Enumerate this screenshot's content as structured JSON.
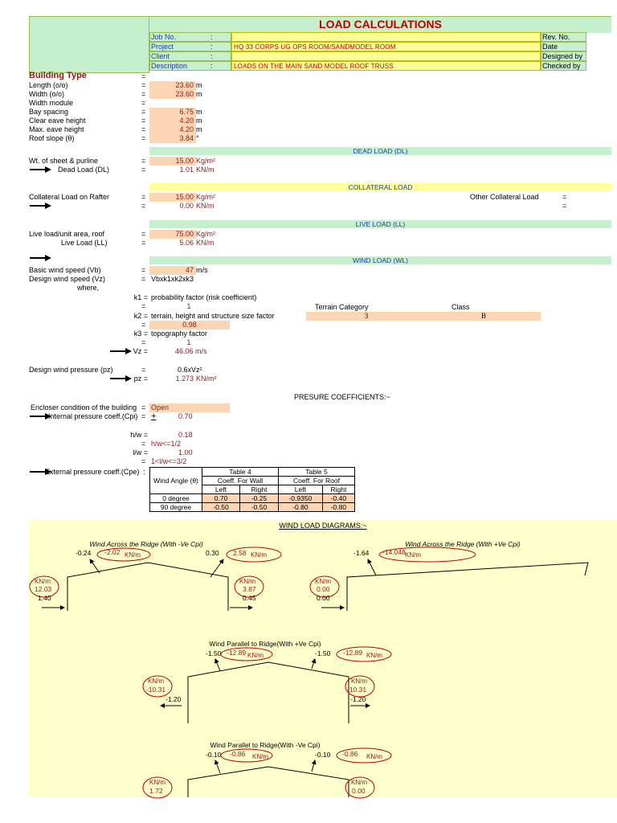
{
  "header": {
    "title": "LOAD CALCULATIONS",
    "rows": [
      {
        "label": "Job No.",
        "sep": ":",
        "value": "",
        "right": "Rev. No."
      },
      {
        "label": "Project",
        "sep": ":",
        "value": "HQ 33 CORPS UG OPS ROOM/SANDMODEL ROOM",
        "right": "Date"
      },
      {
        "label": "Client",
        "sep": ":",
        "value": "",
        "right": "Designed by"
      },
      {
        "label": "Description",
        "sep": ":",
        "value": "LOADS ON THE MAIN SAND MODEL ROOF TRUSS",
        "right": "Checked by"
      }
    ]
  },
  "building": {
    "heading": "Building Type",
    "eq": "=",
    "rows": [
      {
        "label": "Length (o/o)",
        "value": "23.60",
        "unit": "m"
      },
      {
        "label": "Width (o/o)",
        "value": "23.60",
        "unit": "m"
      },
      {
        "label": "Width module",
        "value": "",
        "unit": ""
      },
      {
        "label": "Bay spacing",
        "value": "6.75",
        "unit": "m"
      },
      {
        "label": "Clear eave height",
        "value": "4.20",
        "unit": "m"
      },
      {
        "label": "Max. eave height",
        "value": "4.20",
        "unit": "m"
      },
      {
        "label": "Roof slope (θ)",
        "value": "3.84",
        "unit": "°"
      }
    ]
  },
  "dead": {
    "title": "DEAD LOAD (DL)",
    "r1_label": "Wt. of sheet & purline",
    "r1_value": "15.00",
    "r1_unit": "Kg/m²",
    "r2_label": "Dead Load (DL)",
    "r2_value": "1.01",
    "r2_unit": "KN/m"
  },
  "collateral": {
    "title": "COLLATERAL LOAD",
    "r1_label": "Collateral Load on Rafter",
    "r1_value": "15.00",
    "r1_unit": "Kg/m²",
    "r2_value": "0.00",
    "r2_unit": "KN/m",
    "other_label": "Other Collateral Load"
  },
  "live": {
    "title": "LIVE LOAD (LL)",
    "r1_label": "Live load/unit area, roof",
    "r1_value": "75.00",
    "r1_unit": "Kg/m²",
    "r2_label": "Live Load (LL)",
    "r2_value": "5.06",
    "r2_unit": "KN/m"
  },
  "wind": {
    "title": "WIND LOAD (WL)",
    "vb_label": "Basic wind speed (Vb)",
    "vb_value": "47",
    "vb_unit": "m/s",
    "vz_label": "Design wind speed (Vz)",
    "vz_formula": "Vbxk1xk2xk3",
    "where": "where,",
    "k1_label": "k1 =",
    "k1_desc": "probability factor (risk coefficient)",
    "k1_value": "1",
    "k2_label": "k2 =",
    "k2_desc": "terrain, height and structure size factor",
    "k2_value": "0.98",
    "k3_label": "k3 =",
    "k3_desc": "topography factor",
    "k3_value": "1",
    "terrain_label": "Terrain Category",
    "terrain_value": "3",
    "class_label": "Class",
    "class_value": "B",
    "vz_sym": "Vz =",
    "vz_value": "46.06 m/s",
    "pz_label": "Design wind pressure (pz)",
    "pz_formula": "0.6xVz²",
    "pz_sym": "pz =",
    "pz_value": "1.273",
    "pz_unit": "KN/m²",
    "presure_title": "PRESURE COEFFICIENTS:~",
    "encl_label": "Encloser condition of the building",
    "encl_value": "Open",
    "cpi_label": "Internal pressure coeff.(Cpi)",
    "cpi_pm": "+",
    "cpi_value": "0.70",
    "hw_label": "h/w =",
    "hw_value": "0.18",
    "hw_cond": "h/w<=1/2",
    "lw_label": "l/w =",
    "lw_value": "1.00",
    "lw_cond": "1<l/w<=3/2",
    "cpe_label": "External pressure coeff.(Cpe)",
    "eq": "="
  },
  "cpe_table": {
    "h_angle": "Wind Angle (θ)",
    "h_table4": "Table 4",
    "h_table5": "Table 5",
    "h_wall": "Coeff. For Wall",
    "h_roof": "Coeff. For Roof",
    "left": "Left",
    "right": "Right",
    "rows": [
      {
        "angle": "0 degree",
        "wl": "0.70",
        "wr": "-0.25",
        "rl": "-0.9350",
        "rr": "-0.40"
      },
      {
        "angle": "90 degree",
        "wl": "-0.50",
        "wr": "-0.50",
        "rl": "-0.80",
        "rr": "-0.80"
      }
    ]
  },
  "diagrams": {
    "title": "WIND LOAD DIAGRAMS:~",
    "d1": {
      "title": "Wind Across the Ridge (With -Ve Cpi)",
      "c1": "-0.24",
      "v1": "-2.02",
      "u1": "KN/m",
      "c2": "0.30",
      "v2": "2.58",
      "u2": "KN/m",
      "wl_unit": "KN/m",
      "wl_val": "12.03",
      "wl_c": "1.40",
      "wr_unit": "KN/m",
      "wr_val": "3.87",
      "wr_c": "0.45"
    },
    "d2": {
      "title": "Wind Across the Ridge (With +Ve Cpi)",
      "c1": "-1.64",
      "v1": "-14.048",
      "u1": "KN/m",
      "wl_unit": "KN/m",
      "wl_val": "0.00",
      "wl_c": "0.00"
    },
    "d3": {
      "title": "Wind Parallel to Ridge(With +Ve Cpi)",
      "c1": "-1.50",
      "v1": "-12.89",
      "u1": "KN/m",
      "c2": "-1.50",
      "v2": "-12.89",
      "u2": "KN/m",
      "wl_unit": "KN/m",
      "wl_val": "-10.31",
      "wl_c": "-1.20",
      "wr_unit": "KN/m",
      "wr_val": "-10.31",
      "wr_c": "-1.20"
    },
    "d4": {
      "title": "Wind Parallel to Ridge(With -Ve Cpi)",
      "c1": "-0.10",
      "v1": "-0.86",
      "u1": "KN/m",
      "c2": "-0.10",
      "v2": "-0.86",
      "u2": "KN/m",
      "wl_unit": "KN/m",
      "wl_val": "1.72",
      "wr_unit": "KN/m",
      "wr_val": "0.00"
    }
  }
}
